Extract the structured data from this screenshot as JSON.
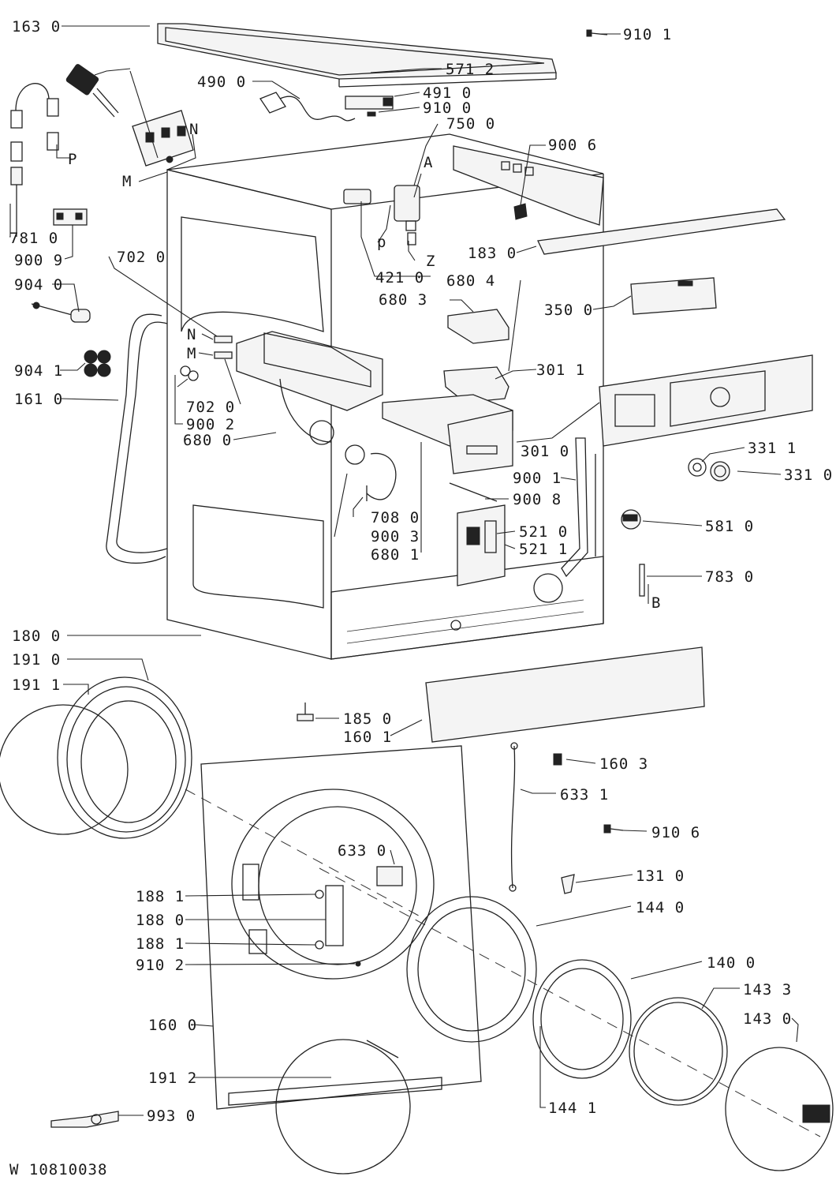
{
  "diagram": {
    "doc_code": "W 10810038",
    "colors": {
      "ink": "#222222",
      "paper": "#ffffff"
    },
    "labels": {
      "p163_0": "163 0",
      "p910_1": "910 1",
      "p571_2": "571 2",
      "p490_0": "490 0",
      "p491_0": "491 0",
      "p910_0": "910 0",
      "p750_0": "750 0",
      "p900_6": "900 6",
      "N_top": "N",
      "P": "P",
      "M_top": "M",
      "A": "A",
      "p781_0": "781 0",
      "p_small": "p",
      "Z": "Z",
      "p183_0": "183 0",
      "p900_9": "900 9",
      "p702_0_a": "702 0",
      "p421_0": "421 0",
      "p680_4": "680 4",
      "p904_0": "904 0",
      "p680_3": "680 3",
      "p350_0": "350 0",
      "N_mid": "N",
      "M_mid": "M",
      "p904_1": "904 1",
      "p301_1": "301 1",
      "p161_0": "161 0",
      "p702_0_b": "702 0",
      "p900_2": "900 2",
      "p680_0": "680 0",
      "p301_0": "301 0",
      "p331_1": "331 1",
      "p331_0": "331 0",
      "p900_1": "900 1",
      "p900_8": "900 8",
      "p708_0": "708 0",
      "p521_0": "521 0",
      "p581_0": "581 0",
      "p900_3": "900 3",
      "p521_1": "521 1",
      "p680_1": "680 1",
      "p783_0": "783 0",
      "B": "B",
      "p180_0": "180 0",
      "p191_0": "191 0",
      "p191_1": "191 1",
      "p185_0": "185 0",
      "p160_1": "160 1",
      "p160_3": "160 3",
      "p633_1": "633 1",
      "p910_6": "910 6",
      "p633_0": "633 0",
      "p131_0": "131 0",
      "p188_1_a": "188 1",
      "p144_0": "144 0",
      "p188_0": "188 0",
      "p188_1_b": "188 1",
      "p910_2": "910 2",
      "p140_0": "140 0",
      "p143_3": "143 3",
      "p160_0": "160 0",
      "p143_0": "143 0",
      "p191_2": "191 2",
      "p144_1": "144 1",
      "p993_0": "993 0"
    }
  }
}
